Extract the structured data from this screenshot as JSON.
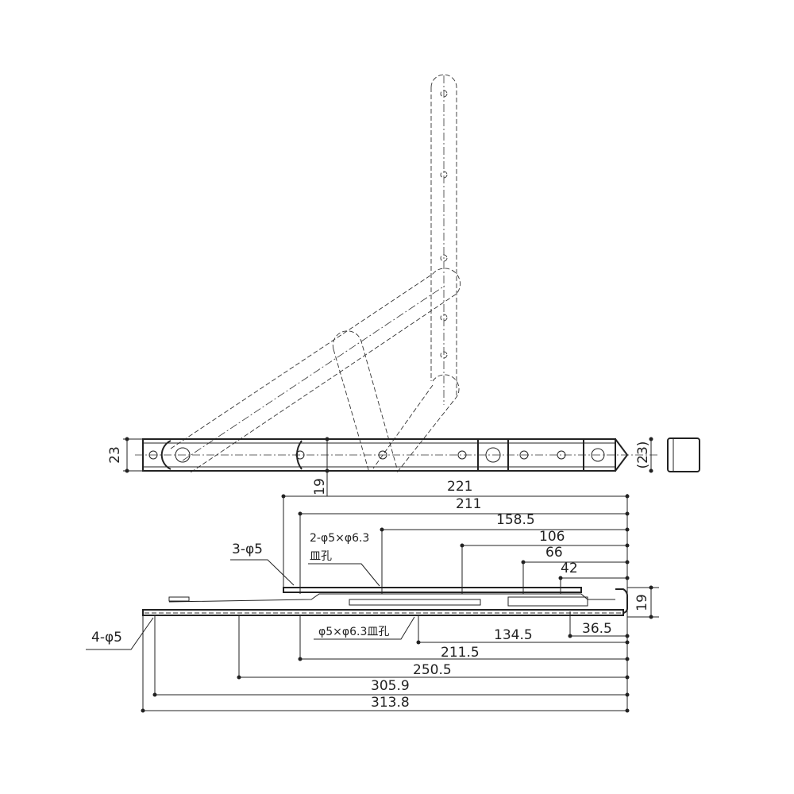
{
  "top_view": {
    "height_dim": "23",
    "ref_height_dim": "(23)",
    "offset_dim": "19"
  },
  "side_view": {
    "upper_dims": [
      "221",
      "211",
      "158.5",
      "106",
      "66",
      "42"
    ],
    "lower_dims": [
      "36.5",
      "134.5",
      "211.5",
      "250.5",
      "305.9",
      "313.8"
    ],
    "height_dim": "19",
    "labels": {
      "holes_3": "3-φ5",
      "holes_2": "2-φ5×φ6.3",
      "countersink": "皿孔",
      "holes_4": "4-φ5",
      "single_hole": "φ5×φ6.3皿孔"
    }
  }
}
